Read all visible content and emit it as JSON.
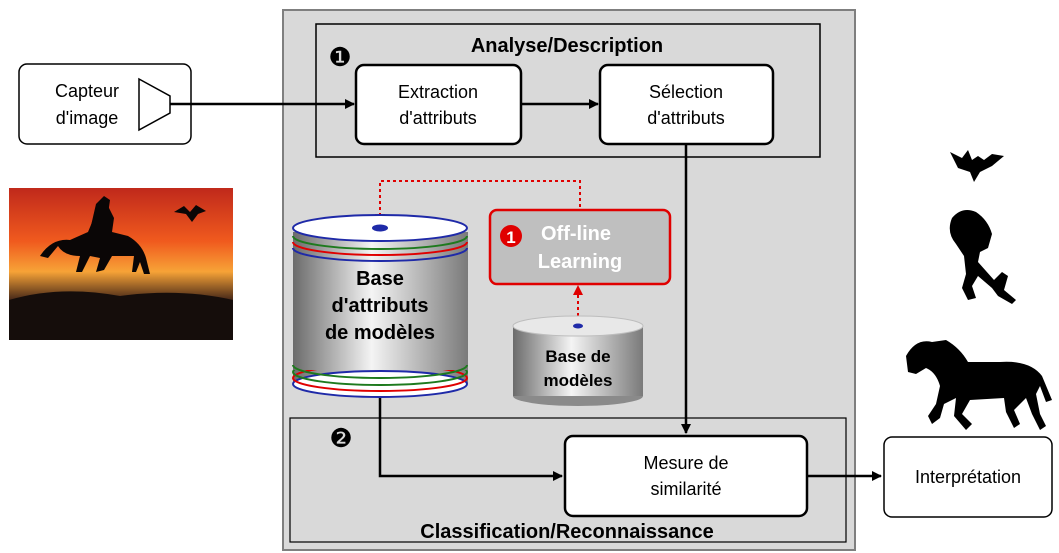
{
  "sensor": {
    "line1": "Capteur",
    "line2": "d'image"
  },
  "analysis": {
    "title": "Analyse/Description",
    "marker": "❶",
    "extraction": {
      "line1": "Extraction",
      "line2": "d'attributs"
    },
    "selection": {
      "line1": "Sélection",
      "line2": "d'attributs"
    }
  },
  "database_models": {
    "line1": "Base",
    "line2": "d'attributs",
    "line3": "de modèles"
  },
  "offline": {
    "marker": "❶",
    "line1": "Off-line",
    "line2": "Learning"
  },
  "base_models": {
    "line1": "Base de",
    "line2": "modèles"
  },
  "classification": {
    "title": "Classification/Reconnaissance",
    "marker": "❷",
    "measure": {
      "line1": "Mesure de",
      "line2": "similarité"
    }
  },
  "output": {
    "label": "Interprétation"
  },
  "colors": {
    "panel_bg": "#d9d9d9",
    "offline_red": "#e00000",
    "offline_fill": "#bfbfbf",
    "arrow_dotted": "#e00000"
  }
}
